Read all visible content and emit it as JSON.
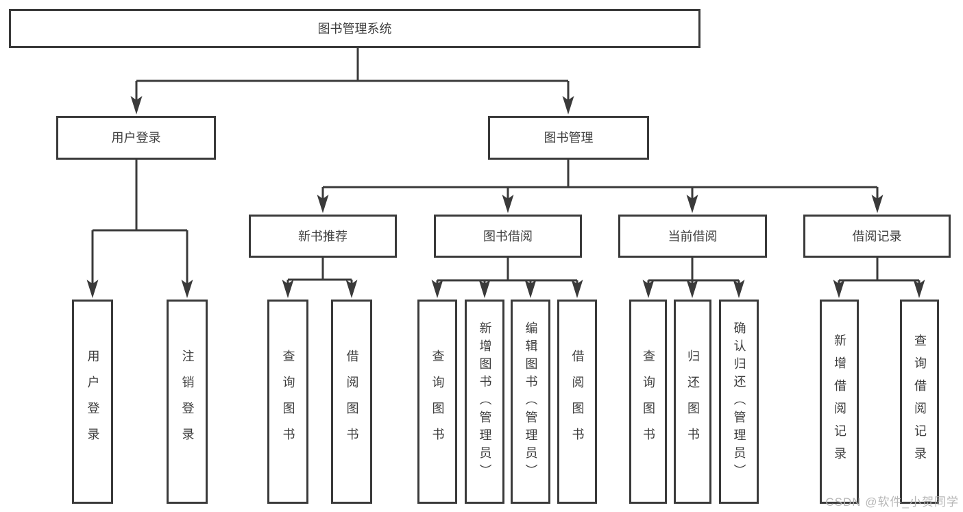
{
  "diagram_type": "hierarchy-tree",
  "colors": {
    "line": "#3a3a3a",
    "box_border": "#3a3a3a",
    "text": "#3d3d3d",
    "background": "#ffffff",
    "watermark": "#b2b2b2"
  },
  "tree": {
    "root": {
      "label": "图书管理系统",
      "children": [
        {
          "label": "用户登录",
          "children": [
            {
              "label": "用户登录"
            },
            {
              "label": "注销登录"
            }
          ]
        },
        {
          "label": "图书管理",
          "children": [
            {
              "label": "新书推荐",
              "children": [
                {
                  "label": "查询图书"
                },
                {
                  "label": "借阅图书"
                }
              ]
            },
            {
              "label": "图书借阅",
              "children": [
                {
                  "label": "查询图书"
                },
                {
                  "label": "新增图书（管理员）"
                },
                {
                  "label": "编辑图书（管理员）"
                },
                {
                  "label": "借阅图书"
                }
              ]
            },
            {
              "label": "当前借阅",
              "children": [
                {
                  "label": "查询图书"
                },
                {
                  "label": "归还图书"
                },
                {
                  "label": "确认归还（管理员）"
                }
              ]
            },
            {
              "label": "借阅记录",
              "children": [
                {
                  "label": "新增借阅记录"
                },
                {
                  "label": "查询借阅记录"
                }
              ]
            }
          ]
        }
      ]
    }
  },
  "watermark": "CSDN @软件_小贺同学"
}
